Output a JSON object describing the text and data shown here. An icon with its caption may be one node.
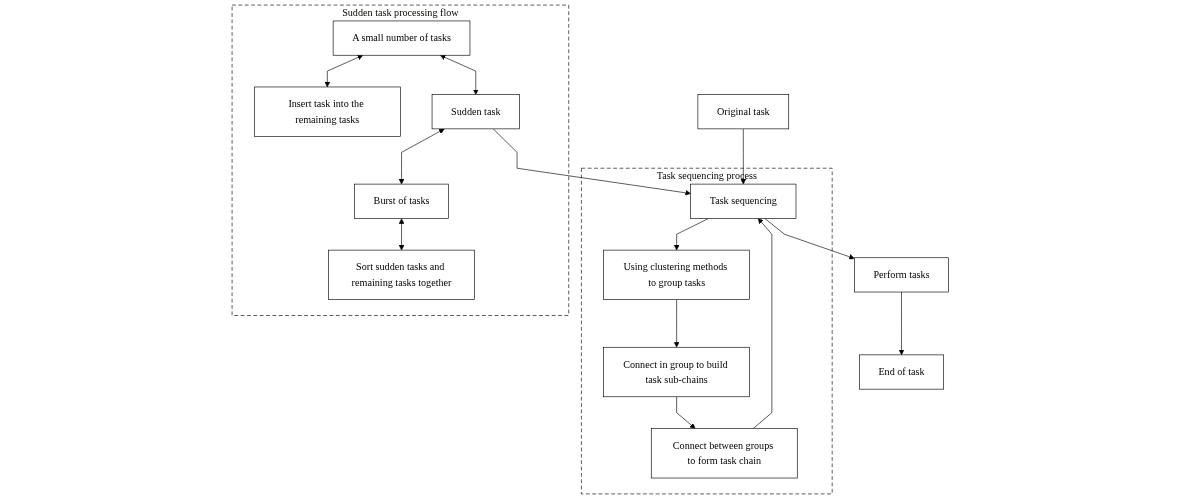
{
  "diagram": {
    "nodes": [
      {
        "text": [
          "Original task"
        ]
      },
      {
        "text": [
          "Task sequencing process"
        ]
      },
      {
        "text": [
          "Connect in group to build task sub-chains"
        ],
        "in": 1
      },
      {
        "text": [
          "Using clustering methods to group tasks"
        ],
        "in": 1
      },
      {
        "text": [
          "Task sequencing"
        ],
        "in": 1
      },
      {
        "text": [
          "Connect between groups to form task chain"
        ],
        "in": 1
      },
      {
        "text": [
          "Sudden task processing flow"
        ]
      },
      {
        "text": [
          "A small number of tasks"
        ],
        "in": 6
      },
      {
        "text": [
          "Insert task into the remaining tasks"
        ],
        "in": 6
      },
      {
        "text": [
          "Sudden task"
        ],
        "in": 6
      },
      {
        "text": [
          "Burst of tasks"
        ],
        "in": 6
      },
      {
        "text": [
          "Sort sudden tasks and remaining tasks together"
        ],
        "in": 6
      },
      {
        "text": [
          "Perform tasks"
        ]
      },
      {
        "text": [
          "End of task"
        ]
      }
    ],
    "edges": [
      {
        "from": 0,
        "to": 4,
        "arrow": "to"
      },
      {
        "from": 4,
        "to": 3,
        "arrow": "to"
      },
      {
        "from": 3,
        "to": 2,
        "arrow": "to"
      },
      {
        "from": 2,
        "to": 5,
        "arrow": "to"
      },
      {
        "from": 5,
        "to": 4,
        "arrow": "to"
      },
      {
        "from": 9,
        "to": 4,
        "arrow": "to"
      },
      {
        "from": 7,
        "to": 8,
        "arrow": "both"
      },
      {
        "from": 7,
        "to": 9,
        "arrow": "both"
      },
      {
        "from": 9,
        "to": 10,
        "arrow": "both"
      },
      {
        "from": 10,
        "to": 11,
        "arrow": "both"
      },
      {
        "from": 4,
        "to": 12,
        "arrow": "to"
      },
      {
        "from": 12,
        "to": 13,
        "arrow": "to"
      }
    ]
  }
}
